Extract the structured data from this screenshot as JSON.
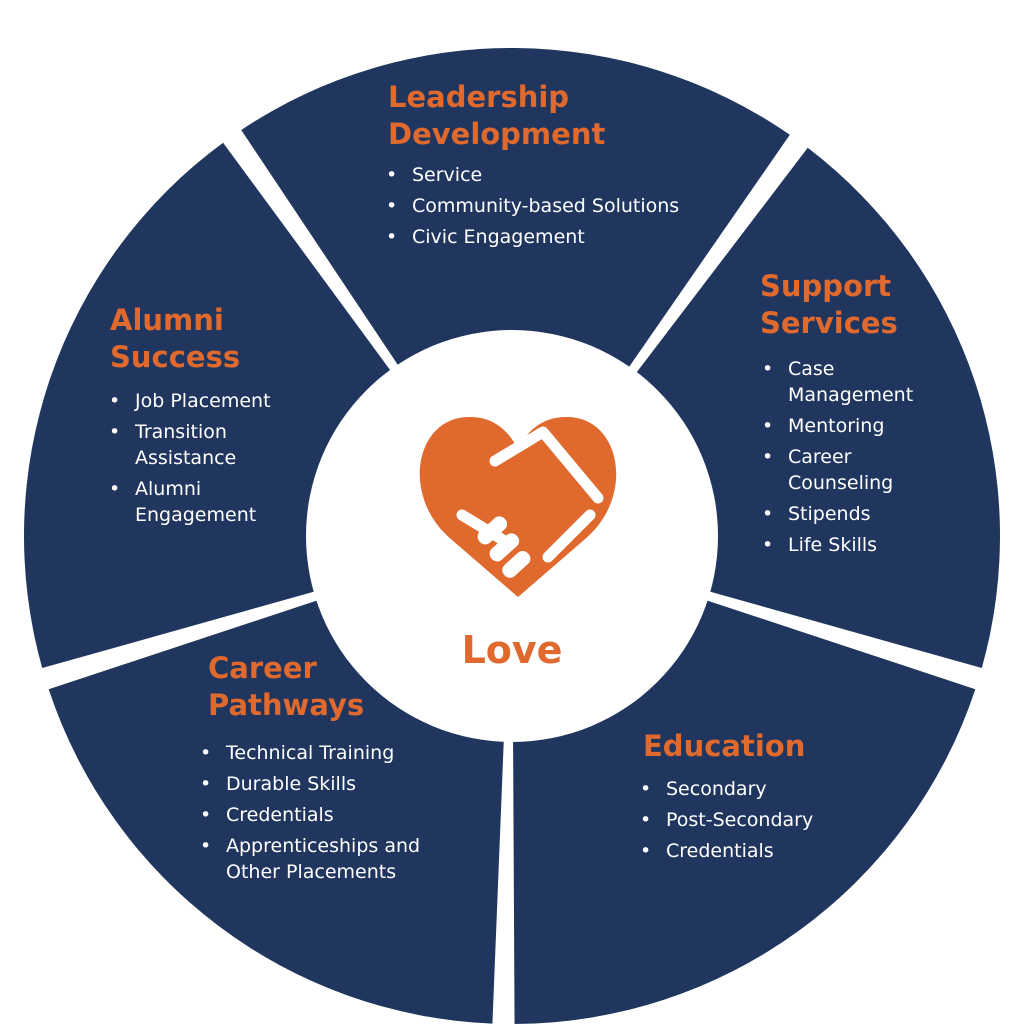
{
  "colors": {
    "segment_fill": "#21365E",
    "accent": "#E0692D",
    "bullet_text": "#FFFFFF",
    "center_fill": "#FFFFFF"
  },
  "center": {
    "icon": "heart-handshake-icon",
    "label": "Love"
  },
  "segments": [
    {
      "title": [
        "Leadership",
        "Development"
      ],
      "items": [
        "Service",
        "Community-based Solutions",
        "Civic Engagement"
      ]
    },
    {
      "title": [
        "Support",
        "Services"
      ],
      "items": [
        "Case Management",
        "Mentoring",
        "Career Counseling",
        "Stipends",
        "Life Skills"
      ]
    },
    {
      "title": [
        "Education"
      ],
      "items": [
        "Secondary",
        "Post-Secondary",
        "Credentials"
      ]
    },
    {
      "title": [
        "Career",
        "Pathways"
      ],
      "items": [
        "Technical Training",
        "Durable Skills",
        "Credentials",
        "Apprenticeships and Other Placements"
      ]
    },
    {
      "title": [
        "Alumni",
        "Success"
      ],
      "items": [
        "Job Placement",
        "Transition Assistance",
        "Alumni Engagement"
      ]
    }
  ]
}
